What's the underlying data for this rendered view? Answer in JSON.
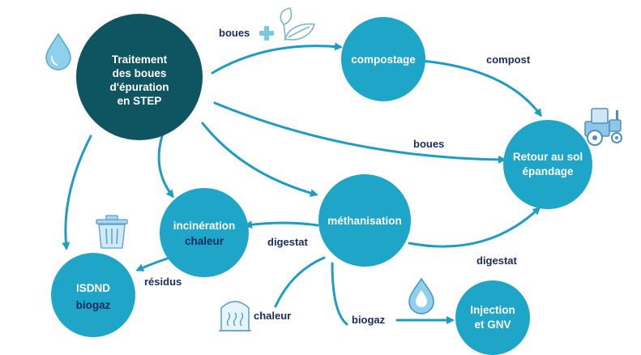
{
  "colors": {
    "dark_node": "#0e5461",
    "node": "#1ea5c8",
    "arrow": "#1f9cc4",
    "label": "#1a2b5e",
    "icon": "#7ac8e6"
  },
  "nodes": {
    "step": {
      "line1": "Traitement",
      "line2": "des boues",
      "line3": "d'épuration",
      "line4": "en STEP"
    },
    "compostage": {
      "label": "compostage"
    },
    "retour": {
      "line1": "Retour au sol",
      "line2": "épandage"
    },
    "methanisation": {
      "label": "méthanisation"
    },
    "incineration": {
      "line1": "incinération",
      "line2": "chaleur"
    },
    "isdnd": {
      "line1": "ISDND",
      "line2": "biogaz"
    },
    "injection": {
      "line1": "Injection",
      "line2": "et GNV"
    }
  },
  "edges": {
    "boues_compost": "boues",
    "compost": "compost",
    "boues_retour": "boues",
    "digestat_incin": "digestat",
    "digestat_retour": "digestat",
    "residus": "résidus",
    "chaleur": "chaleur",
    "biogaz": "biogaz"
  },
  "icons": [
    "water-drop-icon",
    "plus-icon",
    "leaves-icon",
    "tractor-icon",
    "trash-bin-icon",
    "greenhouse-icon",
    "flame-drop-icon"
  ]
}
